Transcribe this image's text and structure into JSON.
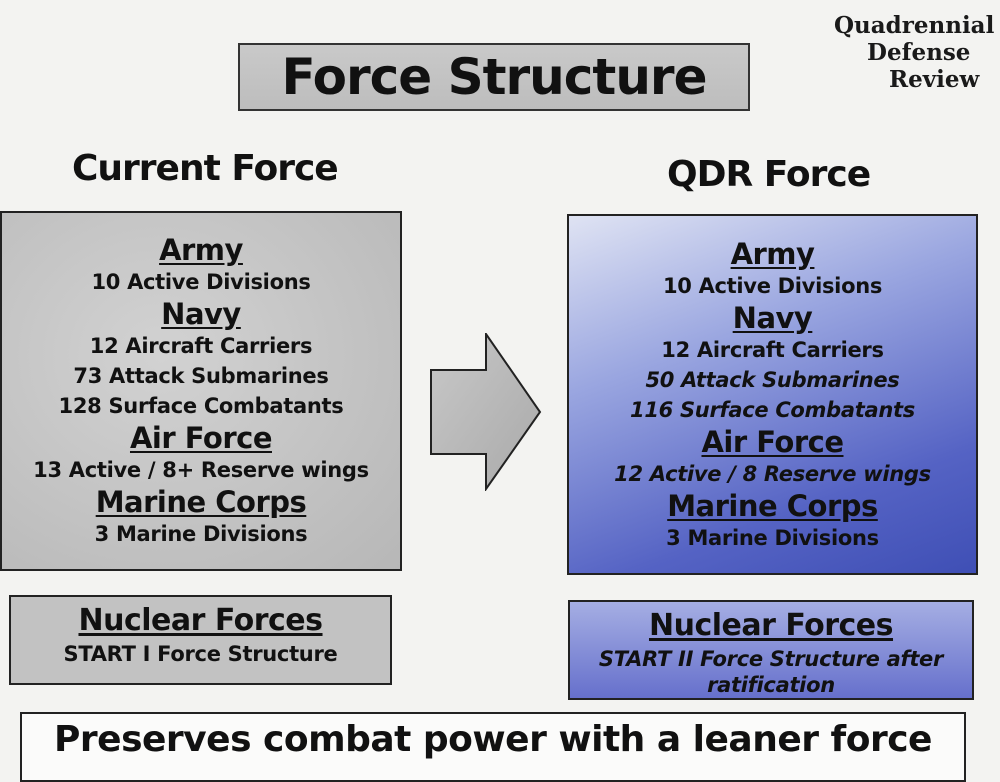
{
  "title": "Force Structure",
  "logo": {
    "line1": "Quadrennial",
    "line2": "Defense",
    "line3": "Review"
  },
  "current": {
    "heading": "Current Force",
    "army": {
      "label": "Army",
      "items": [
        "10 Active Divisions"
      ]
    },
    "navy": {
      "label": "Navy",
      "items": [
        "12 Aircraft Carriers",
        "73 Attack Submarines",
        "128 Surface Combatants"
      ]
    },
    "air_force": {
      "label": "Air Force",
      "items": [
        "13 Active / 8+ Reserve wings"
      ]
    },
    "marine_corps": {
      "label": "Marine Corps",
      "items": [
        "3 Marine Divisions"
      ]
    },
    "nuclear": {
      "label": "Nuclear Forces",
      "text": "START I Force Structure"
    }
  },
  "qdr": {
    "heading": "QDR Force",
    "army": {
      "label": "Army",
      "items": [
        "10 Active Divisions"
      ]
    },
    "navy": {
      "label": "Navy",
      "items": [
        "12 Aircraft Carriers",
        "50 Attack Submarines",
        "116 Surface Combatants"
      ]
    },
    "air_force": {
      "label": "Air Force",
      "items": [
        "12 Active / 8 Reserve wings"
      ]
    },
    "marine_corps": {
      "label": "Marine Corps",
      "items": [
        "3 Marine Divisions"
      ]
    },
    "nuclear": {
      "label": "Nuclear Forces",
      "text_line1": "START II Force Structure after",
      "text_line2": "ratification"
    }
  },
  "footer": "Preserves combat power with a leaner force",
  "colors": {
    "current_fill": "#c2c2c2",
    "qdr_fill": "#5563c4",
    "arrow_fill": "#b9b9b9"
  }
}
